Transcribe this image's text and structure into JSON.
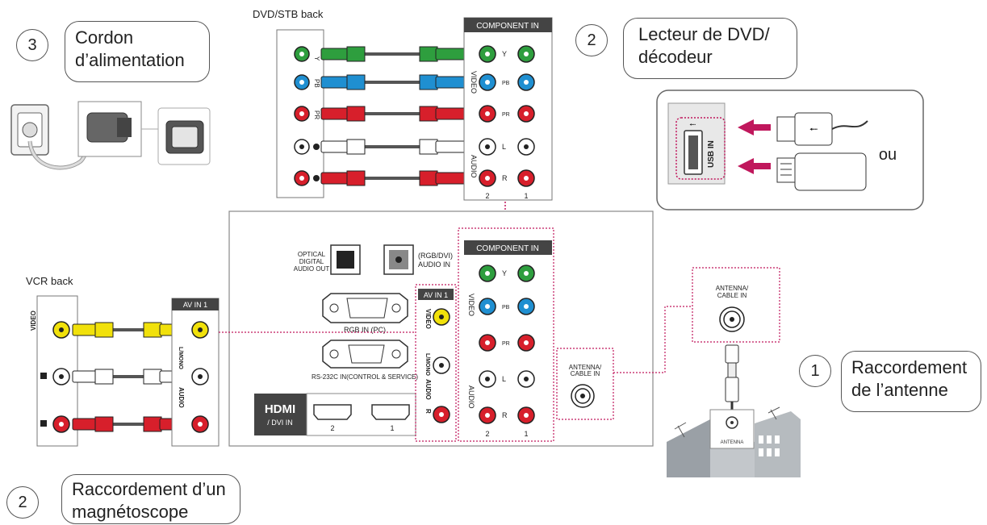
{
  "labels": {
    "dvd_stb_back": "DVD/STB back",
    "vcr_back": "VCR back",
    "component_in": "COMPONENT IN",
    "av_in_1": "AV IN 1",
    "optical_out": "OPTICAL\nDIGITAL\nAUDIO OUT",
    "rgb_dvi_audio_in": "(RGB/DVI)\nAUDIO IN",
    "rgb_in_pc": "RGB IN (PC)",
    "rs232c": "RS-232C IN(CONTROL & SERVICE)",
    "hdmi_logo": "HDMI",
    "dvi_in": "/ DVI IN",
    "hdmi_2": "2",
    "hdmi_1": "1",
    "antenna_cable_in": "ANTENNA/\nCABLE IN",
    "antenna_sign": "ANTENNA",
    "usb_in": "USB IN",
    "ou": "ou",
    "video": "VIDEO",
    "audio": "AUDIO",
    "port_y": "Y",
    "port_pb": "PB",
    "port_pr": "PR",
    "port_l": "L",
    "port_r": "R",
    "mono": "L/MONO",
    "col_2": "2",
    "col_1": "1"
  },
  "steps": [
    {
      "number": "3",
      "title": "Cordon d’alimentation"
    },
    {
      "number": "2",
      "title": "Lecteur de DVD/ décodeur"
    },
    {
      "number": "1",
      "title": "Raccordement de l’antenne"
    },
    {
      "number": "2",
      "title": "Raccordement d’un magnétoscope"
    }
  ],
  "colors": {
    "green": "#2e9e3e",
    "blue": "#1f8fd1",
    "red": "#d71f2b",
    "white": "#ffffff",
    "yellow": "#f1e10b",
    "magenta": "#c0175c",
    "panel_border": "#888888",
    "dotted": "#c0175c"
  }
}
